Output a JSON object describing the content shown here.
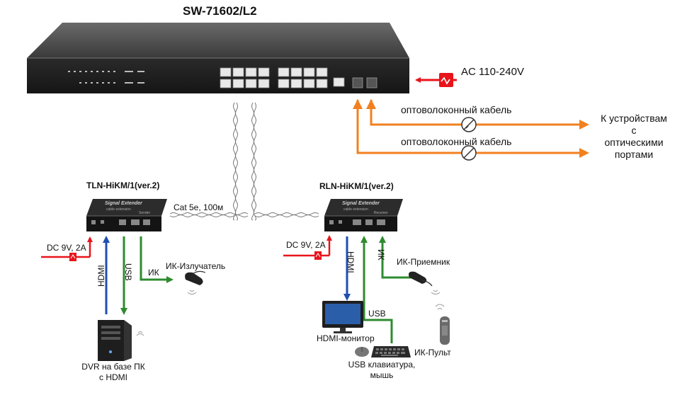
{
  "switch": {
    "model": "SW-71602/L2"
  },
  "power": {
    "label": "AC 110-240V"
  },
  "fiber": {
    "cable_label_1": "оптоволоконный кабель",
    "cable_label_2": "оптоволоконный кабель",
    "target_label": "К устройствам с оптическими портами",
    "target_lines": [
      "К устройствам",
      "с",
      "оптическими",
      "портами"
    ]
  },
  "transmitter": {
    "model": "TLN-HiKM/1(ver.2)",
    "device_text": "Signal Extender",
    "device_subtext": "cable extension",
    "device_tag": "Sender",
    "power_label": "DC 9V, 2A",
    "hdmi_label": "HDMI",
    "usb_label": "USB",
    "ir_label": "ИК",
    "ir_emitter_label": "ИК-Излучатель",
    "pc_label_lines": [
      "DVR на базе ПК",
      "с HDMI"
    ]
  },
  "link": {
    "label": "Cat 5e, 100м"
  },
  "receiver": {
    "model": "RLN-HiKM/1(ver.2)",
    "device_text": "Signal Extender",
    "device_subtext": "cable extension",
    "device_tag": "Receiver",
    "power_label": "DC 9V, 2A",
    "hdmi_label": "HDMI",
    "usb_label": "USB",
    "ir_label": "ИК",
    "ir_receiver_label": "ИК-Приемник",
    "monitor_label": "HDMI-монитор",
    "remote_label": "ИК-Пульт",
    "keyboard_label_lines": [
      "USB клавиатура,",
      "мышь"
    ]
  },
  "colors": {
    "power_arrow": "#e8141b",
    "fiber_arrow": "#f2801f",
    "hdmi_arrow": "#1f4fb0",
    "usb_arrow": "#2e8b2e",
    "ir_arrow": "#2e8b2e",
    "device_body": "#1c1c1c"
  }
}
